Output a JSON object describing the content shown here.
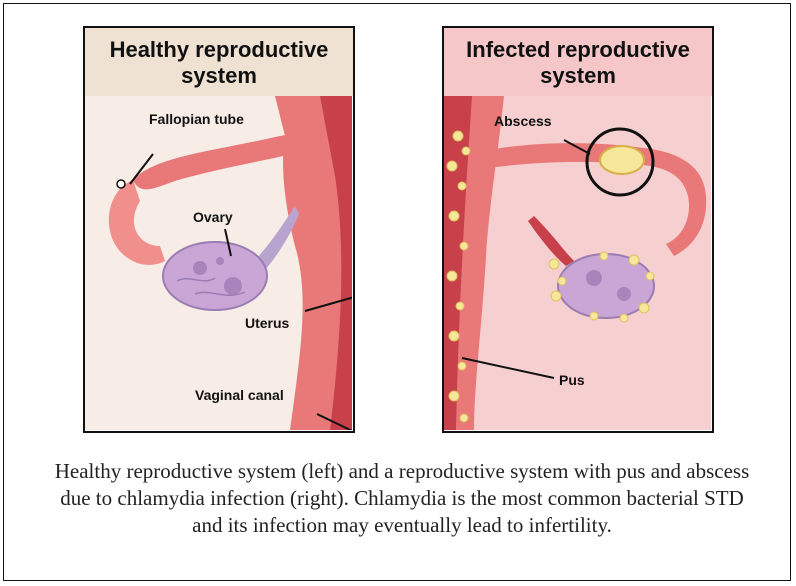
{
  "left_panel": {
    "title": "Healthy reproductive system",
    "labels": {
      "fallopian_tube": "Fallopian tube",
      "ovary": "Ovary",
      "uterus": "Uterus",
      "vaginal_canal": "Vaginal canal"
    }
  },
  "right_panel": {
    "title": "Infected reproductive system",
    "labels": {
      "abscess": "Abscess",
      "pus": "Pus"
    }
  },
  "caption": "Healthy reproductive system (left) and a reproductive system with pus and abscess due to chlamydia infection (right). Chlamydia is the most common bacterial STD and its infection may eventually lead to infertility.",
  "colors": {
    "tissue": "#e87978",
    "tissue_dark": "#c8404a",
    "ovary": "#c9a6d6",
    "pus": "#f7e79a",
    "healthy_bg": "#f7ece6",
    "infected_bg": "#f6cfd0"
  }
}
